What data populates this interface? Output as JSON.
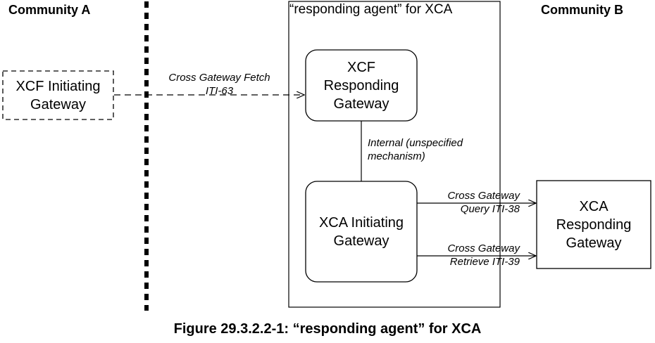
{
  "communities": {
    "a": "Community A",
    "b": "Community B"
  },
  "agent_container": {
    "title": "“responding agent” for XCA"
  },
  "boxes": {
    "xcf_initiating": "XCF Initiating\nGateway",
    "xcf_responding": "XCF\nResponding\nGateway",
    "xca_initiating": "XCA Initiating\nGateway",
    "xca_responding": "XCA\nResponding\nGateway"
  },
  "edges": {
    "fetch": "Cross Gateway Fetch\nITI-63",
    "internal": "Internal (unspecified\nmechanism)",
    "query": "Cross Gateway\nQuery ITI-38",
    "retrieve": "Cross Gateway\nRetrieve ITI-39"
  },
  "caption": "Figure 29.3.2.2-1: “responding agent” for XCA"
}
